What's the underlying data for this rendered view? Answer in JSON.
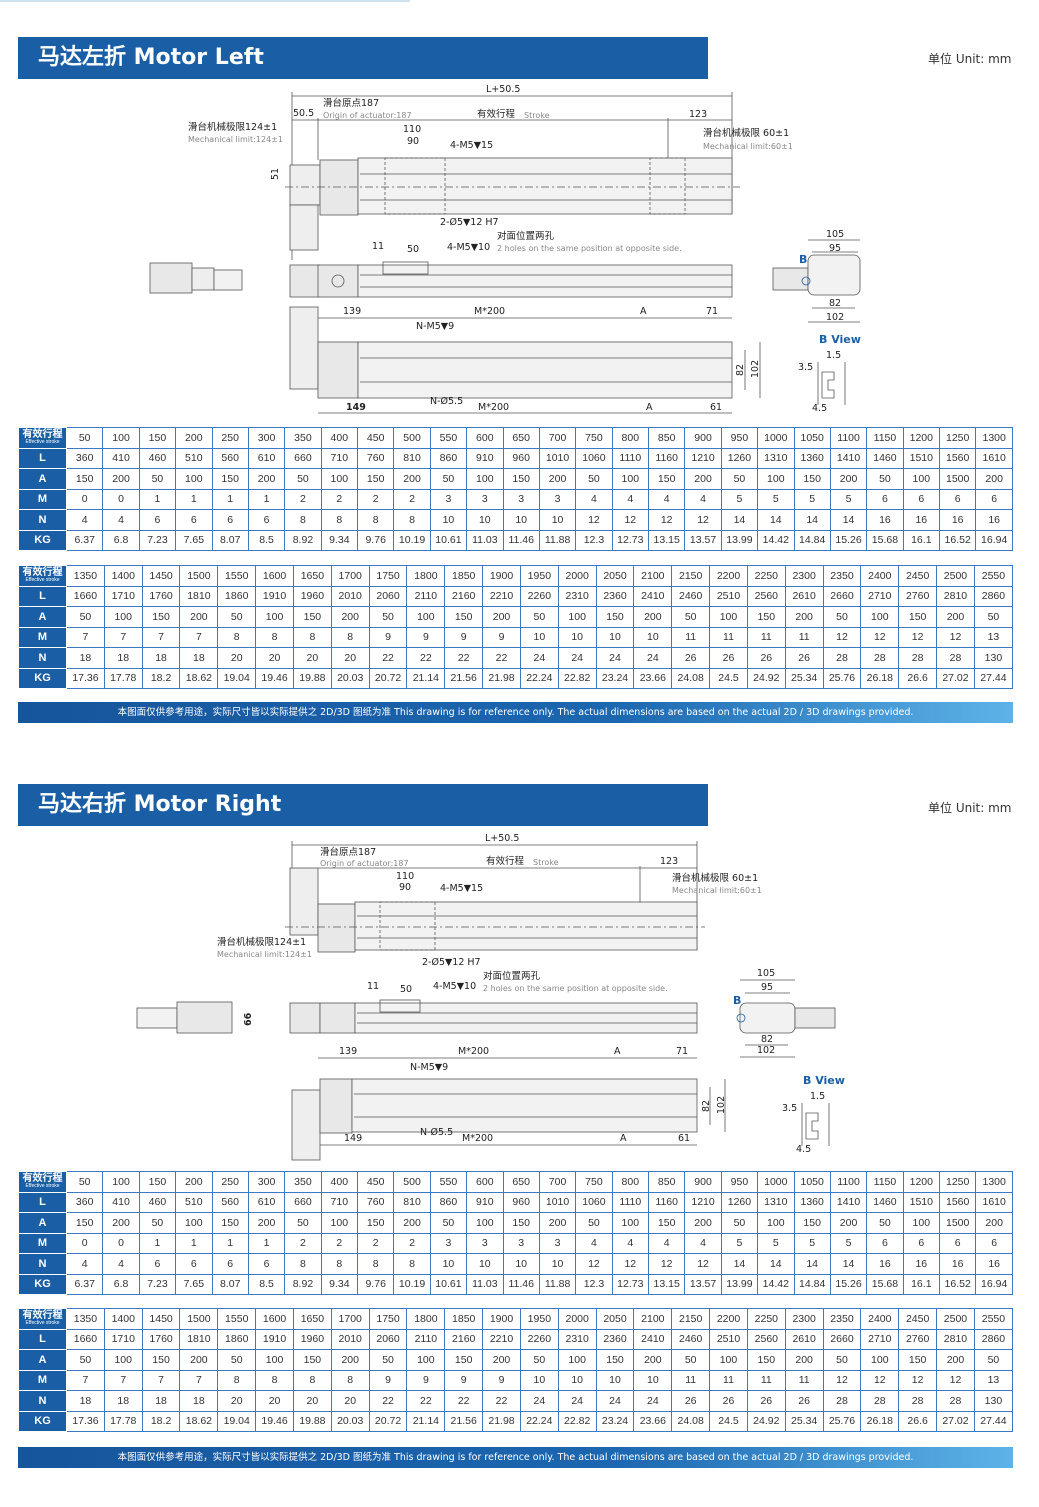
{
  "unit_label": "单位 Unit:  mm",
  "note": "本图面仅供参考用途，实际尺寸皆以实际提供之 2D/3D 图纸为准 This drawing is for reference only. The actual dimensions are based on the actual 2D / 3D drawings provided.",
  "sections": [
    {
      "title": "马达左折  Motor Left"
    },
    {
      "title": "马达右折 Motor Right"
    }
  ],
  "drawing_labels": {
    "overall": "L+50.5",
    "origin_cn": "滑台原点187",
    "origin_en": "Origin of actuator:187",
    "d50_5": "50.5",
    "stroke_cn": "有效行程",
    "stroke_en": "Stroke",
    "d123": "123",
    "mech124_cn": "滑台机械极限124±1",
    "mech124_en": "Mechanical limit:124±1",
    "mech60_cn": "滑台机械极限  60±1",
    "mech60_en": "Mechanical limit:60±1",
    "d110": "110",
    "d90": "90",
    "m5_15": "4-M5▼15",
    "d51": "51",
    "d66": "66",
    "pin": "2-Ø5▼12 H7",
    "opp_cn": "对面位置两孔",
    "m5_10": "4-M5▼10",
    "opp_en": "2 holes on the same position at opposite side.",
    "d11": "11",
    "d50": "50",
    "d105": "105",
    "d95": "95",
    "b": "B",
    "d82": "82",
    "d102": "102",
    "bview": "B View",
    "d139": "139",
    "m200": "M*200",
    "a": "A",
    "d71": "71",
    "nm5": "N-M5▼9",
    "d1_5": "1.5",
    "d3_5": "3.5",
    "d4_5": "4.5",
    "d149": "149",
    "n55": "N-Ø5.5",
    "d61": "61"
  },
  "tables": [
    {
      "header_cn": "有效行程",
      "header_en": "Effective stroke",
      "rows": [
        {
          "label": "有效行程",
          "values": [
            "50",
            "100",
            "150",
            "200",
            "250",
            "300",
            "350",
            "400",
            "450",
            "500",
            "550",
            "600",
            "650",
            "700",
            "750",
            "800",
            "850",
            "900",
            "950",
            "1000",
            "1050",
            "1100",
            "1150",
            "1200",
            "1250",
            "1300"
          ]
        },
        {
          "label": "L",
          "values": [
            "360",
            "410",
            "460",
            "510",
            "560",
            "610",
            "660",
            "710",
            "760",
            "810",
            "860",
            "910",
            "960",
            "1010",
            "1060",
            "1110",
            "1160",
            "1210",
            "1260",
            "1310",
            "1360",
            "1410",
            "1460",
            "1510",
            "1560",
            "1610"
          ]
        },
        {
          "label": "A",
          "values": [
            "150",
            "200",
            "50",
            "100",
            "150",
            "200",
            "50",
            "100",
            "150",
            "200",
            "50",
            "100",
            "150",
            "200",
            "50",
            "100",
            "150",
            "200",
            "50",
            "100",
            "150",
            "200",
            "50",
            "100",
            "1500",
            "200"
          ]
        },
        {
          "label": "M",
          "values": [
            "0",
            "0",
            "1",
            "1",
            "1",
            "1",
            "2",
            "2",
            "2",
            "2",
            "3",
            "3",
            "3",
            "3",
            "4",
            "4",
            "4",
            "4",
            "5",
            "5",
            "5",
            "5",
            "6",
            "6",
            "6",
            "6"
          ]
        },
        {
          "label": "N",
          "values": [
            "4",
            "4",
            "6",
            "6",
            "6",
            "6",
            "8",
            "8",
            "8",
            "8",
            "10",
            "10",
            "10",
            "10",
            "12",
            "12",
            "12",
            "12",
            "14",
            "14",
            "14",
            "14",
            "16",
            "16",
            "16",
            "16"
          ]
        },
        {
          "label": "KG",
          "values": [
            "6.37",
            "6.8",
            "7.23",
            "7.65",
            "8.07",
            "8.5",
            "8.92",
            "9.34",
            "9.76",
            "10.19",
            "10.61",
            "11.03",
            "11.46",
            "11.88",
            "12.3",
            "12.73",
            "13.15",
            "13.57",
            "13.99",
            "14.42",
            "14.84",
            "15.26",
            "15.68",
            "16.1",
            "16.52",
            "16.94"
          ]
        }
      ]
    },
    {
      "header_cn": "有效行程",
      "header_en": "Effective stroke",
      "rows": [
        {
          "label": "有效行程",
          "values": [
            "1350",
            "1400",
            "1450",
            "1500",
            "1550",
            "1600",
            "1650",
            "1700",
            "1750",
            "1800",
            "1850",
            "1900",
            "1950",
            "2000",
            "2050",
            "2100",
            "2150",
            "2200",
            "2250",
            "2300",
            "2350",
            "2400",
            "2450",
            "2500",
            "2550"
          ]
        },
        {
          "label": "L",
          "values": [
            "1660",
            "1710",
            "1760",
            "1810",
            "1860",
            "1910",
            "1960",
            "2010",
            "2060",
            "2110",
            "2160",
            "2210",
            "2260",
            "2310",
            "2360",
            "2410",
            "2460",
            "2510",
            "2560",
            "2610",
            "2660",
            "2710",
            "2760",
            "2810",
            "2860"
          ]
        },
        {
          "label": "A",
          "values": [
            "50",
            "100",
            "150",
            "200",
            "50",
            "100",
            "150",
            "200",
            "50",
            "100",
            "150",
            "200",
            "50",
            "100",
            "150",
            "200",
            "50",
            "100",
            "150",
            "200",
            "50",
            "100",
            "150",
            "200",
            "50"
          ]
        },
        {
          "label": "M",
          "values": [
            "7",
            "7",
            "7",
            "7",
            "8",
            "8",
            "8",
            "8",
            "9",
            "9",
            "9",
            "9",
            "10",
            "10",
            "10",
            "10",
            "11",
            "11",
            "11",
            "11",
            "12",
            "12",
            "12",
            "12",
            "13"
          ]
        },
        {
          "label": "N",
          "values": [
            "18",
            "18",
            "18",
            "18",
            "20",
            "20",
            "20",
            "20",
            "22",
            "22",
            "22",
            "22",
            "24",
            "24",
            "24",
            "24",
            "26",
            "26",
            "26",
            "26",
            "28",
            "28",
            "28",
            "28",
            "130"
          ]
        },
        {
          "label": "KG",
          "values": [
            "17.36",
            "17.78",
            "18.2",
            "18.62",
            "19.04",
            "19.46",
            "19.88",
            "20.03",
            "20.72",
            "21.14",
            "21.56",
            "21.98",
            "22.24",
            "22.82",
            "23.24",
            "23.66",
            "24.08",
            "24.5",
            "24.92",
            "25.34",
            "25.76",
            "26.18",
            "26.6",
            "27.02",
            "27.44"
          ]
        }
      ]
    }
  ]
}
